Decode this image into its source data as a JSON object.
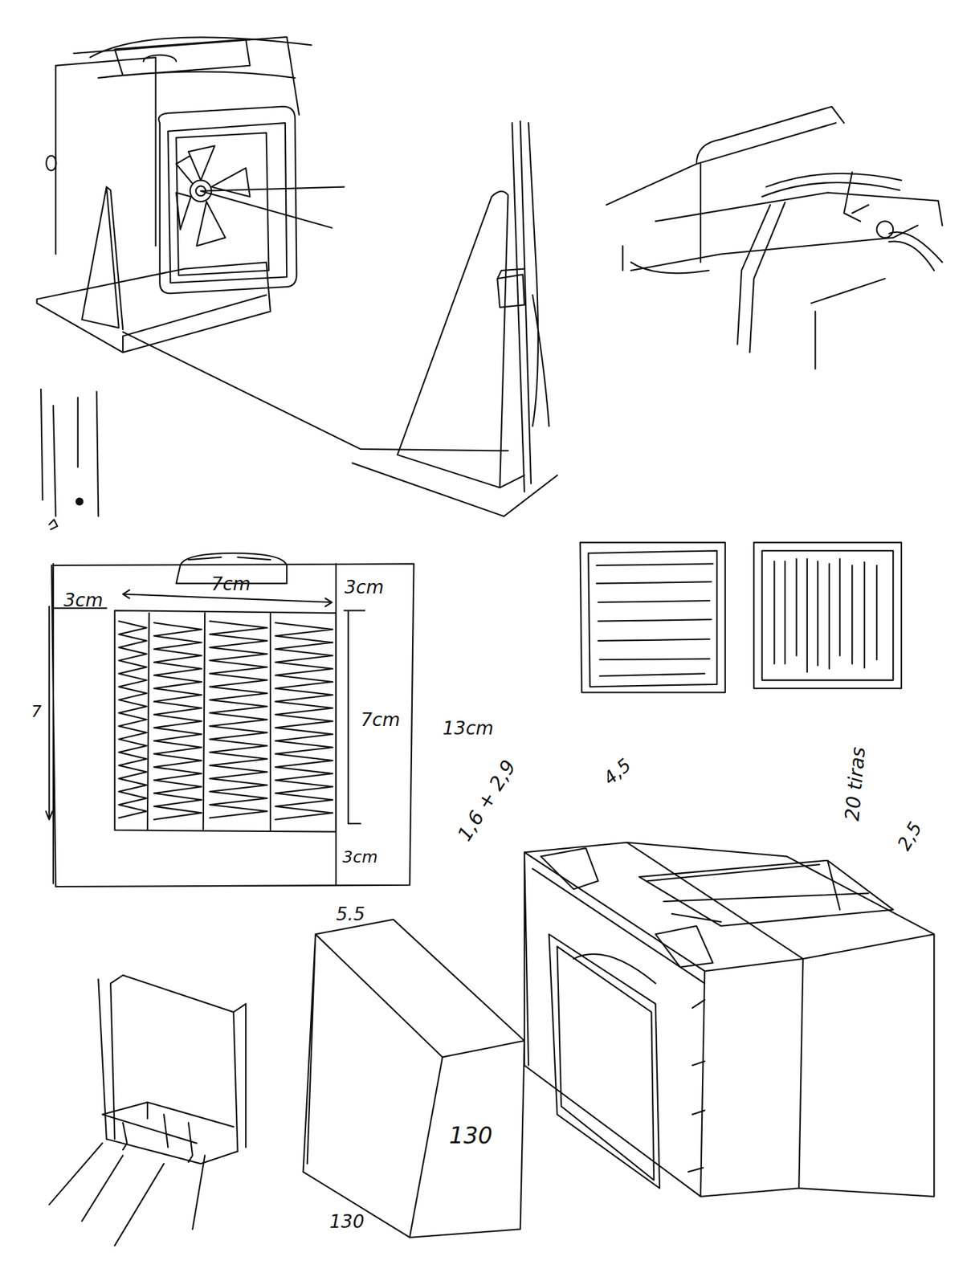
{
  "diagram": {
    "labels": [
      "3cm",
      "7cm",
      "3cm",
      "7",
      "7cm",
      "13cm",
      "1,6 + 2,9",
      "4,5",
      "20 tiras",
      "2,5",
      "3cm",
      "5.5",
      "130",
      "130"
    ]
  }
}
